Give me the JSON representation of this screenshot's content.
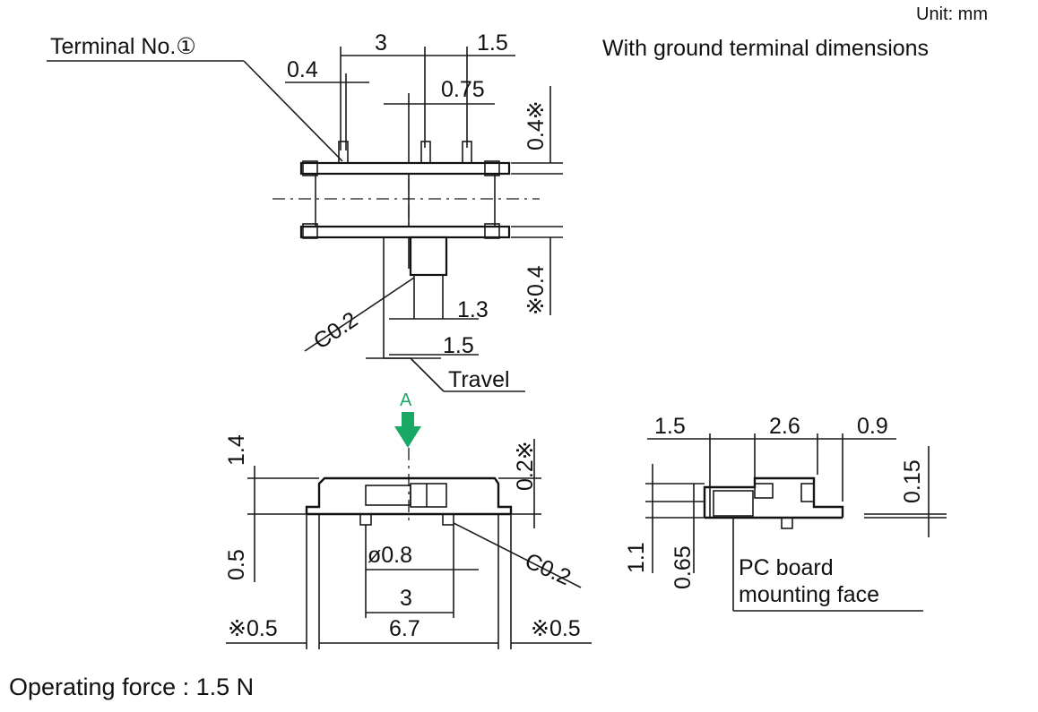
{
  "header": {
    "unit": "Unit: mm",
    "subtitle": "With  ground  terminal dimensions"
  },
  "top_view": {
    "terminal_label": "Terminal  No.①",
    "dim_3": "3",
    "dim_1_5_top": "1.5",
    "dim_0_4": "0.4",
    "dim_0_75": "0.75",
    "dim_0_4_right_top": "0.4※",
    "dim_0_4_right_bottom": "※0.4",
    "chamfer": "C0.2",
    "dim_1_3": "1.3",
    "dim_1_5_lower": "1.5",
    "travel": "Travel"
  },
  "front_view": {
    "arrow_label": "A",
    "dim_1_4": "1.4",
    "dim_0_2": "0.2※",
    "dim_0_5": "0.5",
    "diameter": "ø0.8",
    "chamfer": "C0.2",
    "dim_3": "3",
    "dim_0_5_left": "※0.5",
    "dim_6_7": "6.7",
    "dim_0_5_right": "※0.5"
  },
  "side_view": {
    "dim_1_5": "1.5",
    "dim_2_6": "2.6",
    "dim_0_9": "0.9",
    "dim_0_15": "0.15",
    "dim_1_1": "1.1",
    "dim_0_65": "0.65",
    "mount_line1": "PC board",
    "mount_line2": "mounting  face"
  },
  "footer": {
    "operating_force": "Operating  force  :  1.5 N"
  },
  "colors": {
    "line": "#1a1a1a",
    "arrow": "#1aa865",
    "background": "#ffffff"
  }
}
